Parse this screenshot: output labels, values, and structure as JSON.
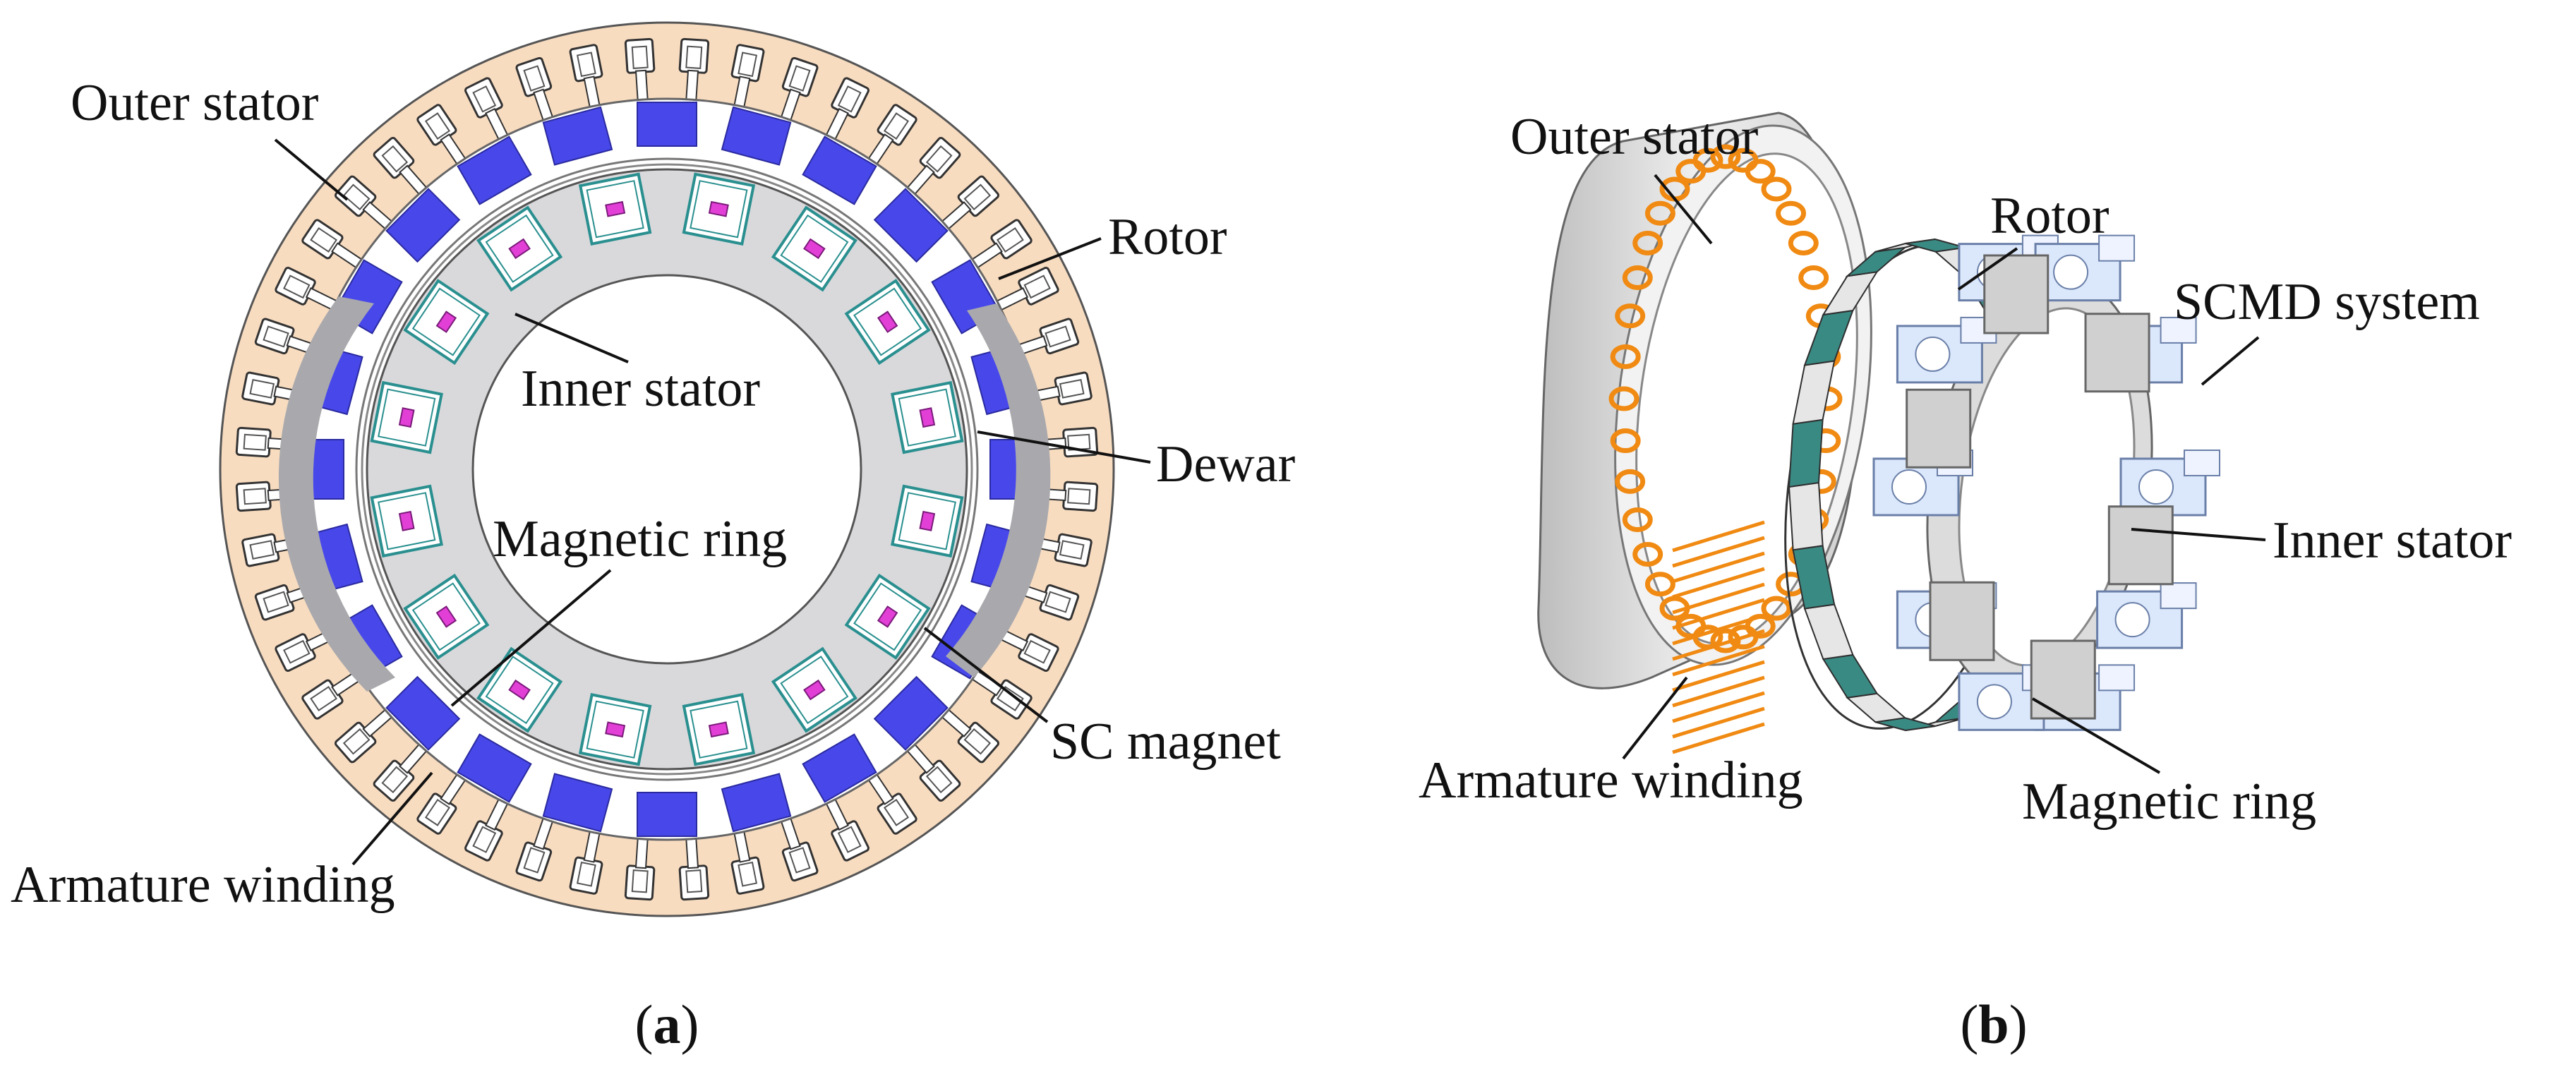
{
  "colors": {
    "outer_stator": "#f8dcc0",
    "armature_slot": "#ffffff",
    "rotor_block": "#4848ea",
    "inner_stator": "#d9d9dc",
    "dewar": "#2a8f8f",
    "sc_magnet": "#e23fd6",
    "winding_3d": "#f08a12",
    "rotor_3d": "#3a8a84",
    "scmd_3d": "#dbe7fb"
  },
  "panel_a": {
    "labels": {
      "outer_stator": "Outer stator",
      "rotor": "Rotor",
      "inner_stator": "Inner stator",
      "dewar": "Dewar",
      "magnetic_ring": "Magnetic ring",
      "sc_magnet": "SC magnet",
      "armature_winding": "Armature winding"
    },
    "caption_letter": "a",
    "slots": 48,
    "rotor_blocks": 24,
    "sc_magnets": 16
  },
  "panel_b": {
    "labels": {
      "outer_stator": "Outer stator",
      "rotor": "Rotor",
      "scmd_system": "SCMD system",
      "inner_stator": "Inner stator",
      "armature_winding": "Armature winding",
      "magnetic_ring": "Magnetic ring"
    },
    "caption_letter": "b"
  }
}
